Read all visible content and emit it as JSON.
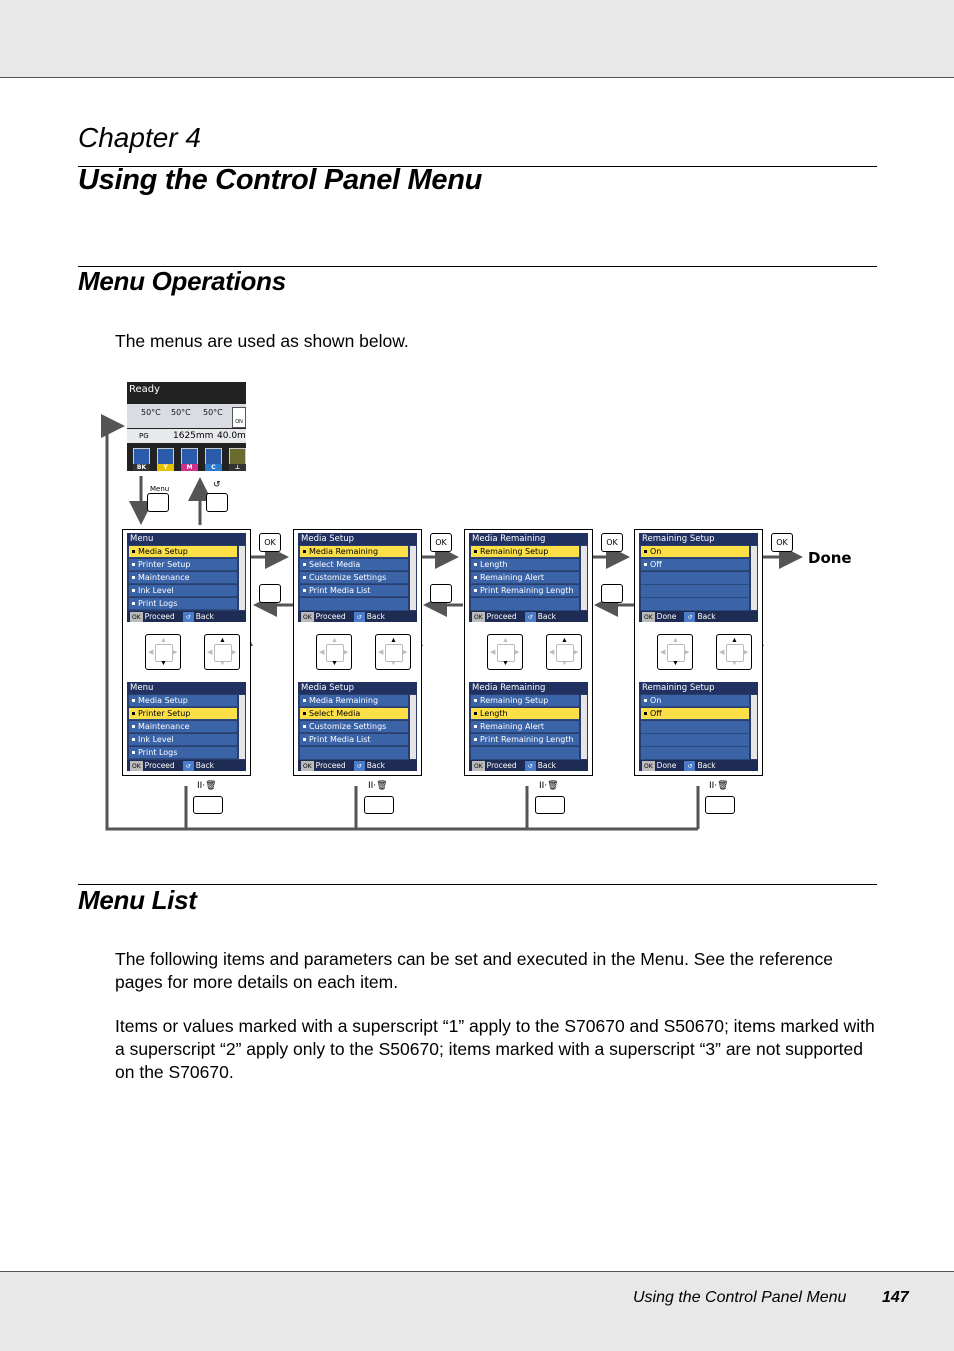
{
  "chapter_label": "Chapter 4",
  "title": "Using the Control Panel Menu",
  "sections": {
    "operations": {
      "heading": "Menu Operations",
      "intro": "The menus are used as shown below."
    },
    "list": {
      "heading": "Menu List",
      "para1": "The following items and parameters can be set and executed in the Menu. See the reference pages for more details on each item.",
      "para2": "Items or values marked with a superscript “1” apply to the S70670 and S50670; items marked with a superscript “2” apply only to the S50670; items marked with a superscript “3” are not supported on the S70670."
    }
  },
  "diagram": {
    "ready_screen": {
      "title": "Ready",
      "temps": [
        "50°C",
        "50°C",
        "50°C"
      ],
      "on_label": "ON",
      "pg_label": "PG",
      "media_width": "1625mm",
      "media_length": "40.0m",
      "inks": [
        {
          "label": "BK",
          "color": "#2a5caa",
          "tag_color": "#333"
        },
        {
          "label": "Y",
          "color": "#2a5caa",
          "tag_color": "#e6c200"
        },
        {
          "label": "M",
          "color": "#2a5caa",
          "tag_color": "#d0308a"
        },
        {
          "label": "C",
          "color": "#2a5caa",
          "tag_color": "#2a7bd0"
        },
        {
          "label": "⊥",
          "color": "#6b6b30",
          "tag_color": "#333"
        }
      ]
    },
    "menu_button_label": "Menu",
    "back_glyph": "↺",
    "ok_label": "OK",
    "pause_glyph": "II·🗑",
    "done_label": "Done",
    "columns": [
      {
        "top": {
          "title": "Menu",
          "items": [
            "Media Setup",
            "Printer Setup",
            "Maintenance",
            "Ink Level",
            "Print Logs"
          ],
          "selected": 0,
          "foot_left": "Proceed",
          "foot_right": "Back"
        },
        "bottom": {
          "title": "Menu",
          "items": [
            "Media Setup",
            "Printer Setup",
            "Maintenance",
            "Ink Level",
            "Print Logs"
          ],
          "selected": 1,
          "foot_left": "Proceed",
          "foot_right": "Back"
        }
      },
      {
        "top": {
          "title": "Media Setup",
          "items": [
            "Media Remaining",
            "Select Media",
            "Customize Settings",
            "Print Media List"
          ],
          "selected": 0,
          "foot_left": "Proceed",
          "foot_right": "Back"
        },
        "bottom": {
          "title": "Media Setup",
          "items": [
            "Media Remaining",
            "Select Media",
            "Customize Settings",
            "Print Media List"
          ],
          "selected": 1,
          "foot_left": "Proceed",
          "foot_right": "Back"
        }
      },
      {
        "top": {
          "title": "Media Remaining",
          "items": [
            "Remaining Setup",
            "Length",
            "Remaining Alert",
            "Print Remaining Length"
          ],
          "selected": 0,
          "foot_left": "Proceed",
          "foot_right": "Back"
        },
        "bottom": {
          "title": "Media Remaining",
          "items": [
            "Remaining Setup",
            "Length",
            "Remaining Alert",
            "Print Remaining Length"
          ],
          "selected": 1,
          "foot_left": "Proceed",
          "foot_right": "Back"
        }
      },
      {
        "top": {
          "title": "Remaining Setup",
          "items": [
            "On",
            "Off"
          ],
          "selected": 0,
          "foot_left": "Done",
          "foot_right": "Back"
        },
        "bottom": {
          "title": "Remaining Setup",
          "items": [
            "On",
            "Off"
          ],
          "selected": 1,
          "foot_left": "Done",
          "foot_right": "Back"
        }
      }
    ]
  },
  "footer": {
    "title": "Using the Control Panel Menu",
    "page": "147"
  }
}
